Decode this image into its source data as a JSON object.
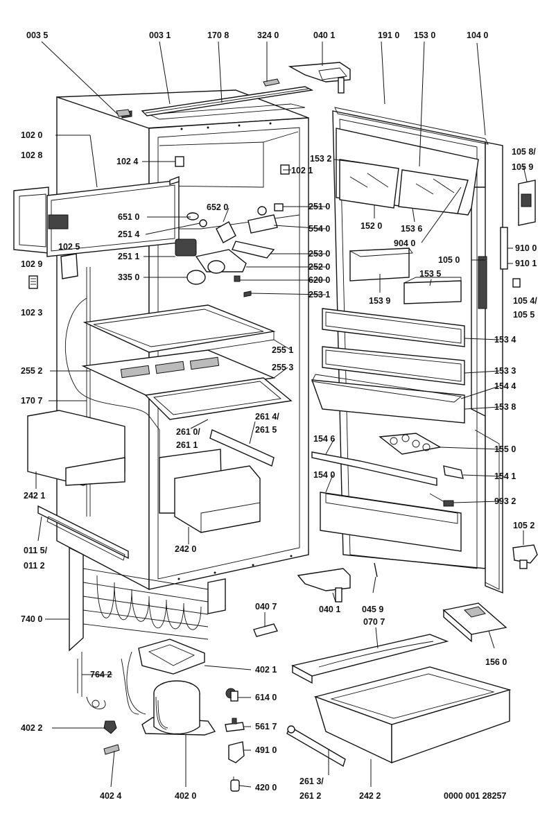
{
  "diagram": {
    "code": "0000 001 28257",
    "labels": {
      "l0035": "003 5",
      "l0031": "003 1",
      "l1708": "170 8",
      "l3240": "324 0",
      "l0401a": "040 1",
      "l1910": "191 0",
      "l1530": "153 0",
      "l1040": "104 0",
      "l1020": "102 0",
      "l1028": "102 8",
      "l1024": "102 4",
      "l1021": "102 1",
      "l1532": "153 2",
      "l1058": "105 8/",
      "l1059": "105 9",
      "l6510": "651 0",
      "l6520": "652 0",
      "l2510": "251 0",
      "l2514": "251 4",
      "l5540": "554 0",
      "l1025": "102 5",
      "l1520": "152 0",
      "l1536": "153 6",
      "l9040": "904 0",
      "l9100": "910 0",
      "l1029": "102 9",
      "l2511": "251 1",
      "l2530": "253 0",
      "l2520": "252 0",
      "l1050": "105 0",
      "l9101": "910 1",
      "l3350": "335 0",
      "l6200": "620 0",
      "l1535": "153 5",
      "l1054": "105 4/",
      "l1055": "105 5",
      "l1023": "102 3",
      "l2531": "253 1",
      "l1539": "153 9",
      "l2551": "255 1",
      "l1534": "153 4",
      "l2552": "255 2",
      "l2553": "255 3",
      "l1533": "153 3",
      "l1544": "154 4",
      "l1707": "170 7",
      "l1538": "153 8",
      "l2614": "261 4/",
      "l2615": "261 5",
      "l2610": "261 0/",
      "l2611": "261 1",
      "l1546": "154 6",
      "l1550": "155 0",
      "l1541": "154 1",
      "l2421": "242 1",
      "l1540": "154 0",
      "l9932": "993 2",
      "l2420": "242 0",
      "l1052": "105 2",
      "l0115": "011 5/",
      "l0112": "011 2",
      "l0401b": "040 1",
      "l0459": "045 9",
      "l0407": "040 7",
      "l7400": "740 0",
      "l0707": "070 7",
      "l1560": "156 0",
      "l7642": "764 2",
      "l4021": "402 1",
      "l6140": "614 0",
      "l4022": "402 2",
      "l5617": "561 7",
      "l4910": "491 0",
      "l2613": "261 3/",
      "l2612": "261 2",
      "l4024": "402 4",
      "l4020": "402 0",
      "l2422": "242 2",
      "l4200": "420 0"
    }
  }
}
